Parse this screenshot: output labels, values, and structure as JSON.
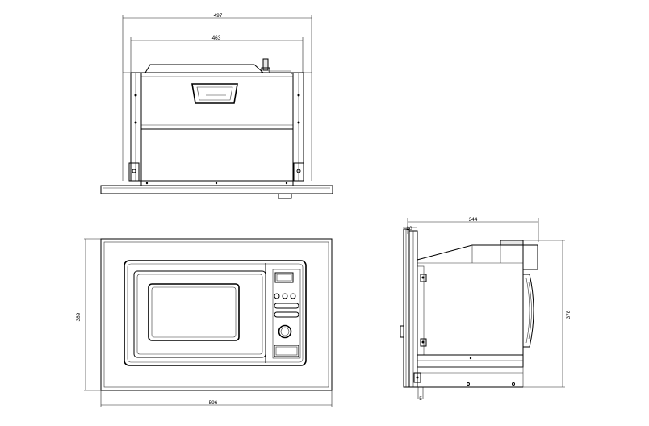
{
  "dimensions": {
    "top_outer_width": "497",
    "top_inner_width": "463",
    "front_width": "596",
    "front_height": "389",
    "side_depth": "344",
    "side_height": "378",
    "side_trim": "20",
    "side_offset": "5"
  }
}
